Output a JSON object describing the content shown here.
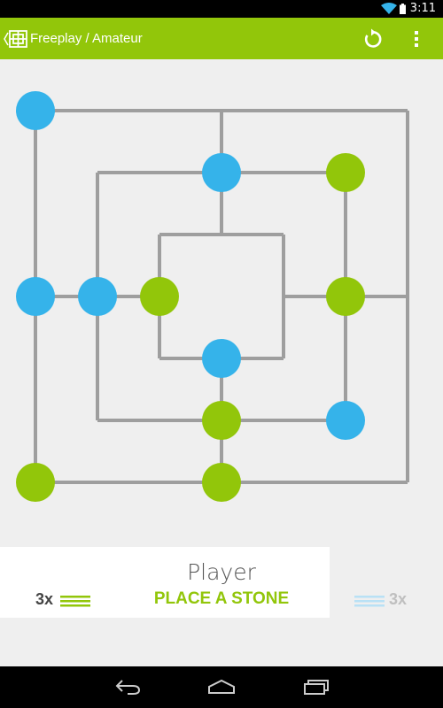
{
  "status_bar": {
    "time": "3:11",
    "icons": [
      "wifi-icon",
      "battery-icon"
    ]
  },
  "app_bar": {
    "title": "Freeplay / Amateur",
    "icons": [
      "app-logo-icon",
      "undo-icon",
      "more-vert-icon"
    ]
  },
  "colors": {
    "accent_green": "#92c60a",
    "blue_stone": "#35b3ea",
    "line_gray": "#9e9e9e",
    "background": "#efefef"
  },
  "board": {
    "stones": [
      {
        "id": "a7",
        "color": "blue"
      },
      {
        "id": "d6",
        "color": "blue"
      },
      {
        "id": "f6",
        "color": "green"
      },
      {
        "id": "a4",
        "color": "blue"
      },
      {
        "id": "b4",
        "color": "blue"
      },
      {
        "id": "c4",
        "color": "green"
      },
      {
        "id": "f4",
        "color": "green"
      },
      {
        "id": "d3",
        "color": "blue"
      },
      {
        "id": "d2",
        "color": "green"
      },
      {
        "id": "f2",
        "color": "blue"
      },
      {
        "id": "a1",
        "color": "green"
      },
      {
        "id": "d1",
        "color": "green"
      }
    ]
  },
  "info": {
    "player_label": "Player",
    "instruction": "PLACE A STONE",
    "left_count": "3x",
    "right_count": "3x"
  },
  "nav_bar": {
    "icons": [
      "back-icon",
      "home-icon",
      "recent-apps-icon"
    ]
  }
}
